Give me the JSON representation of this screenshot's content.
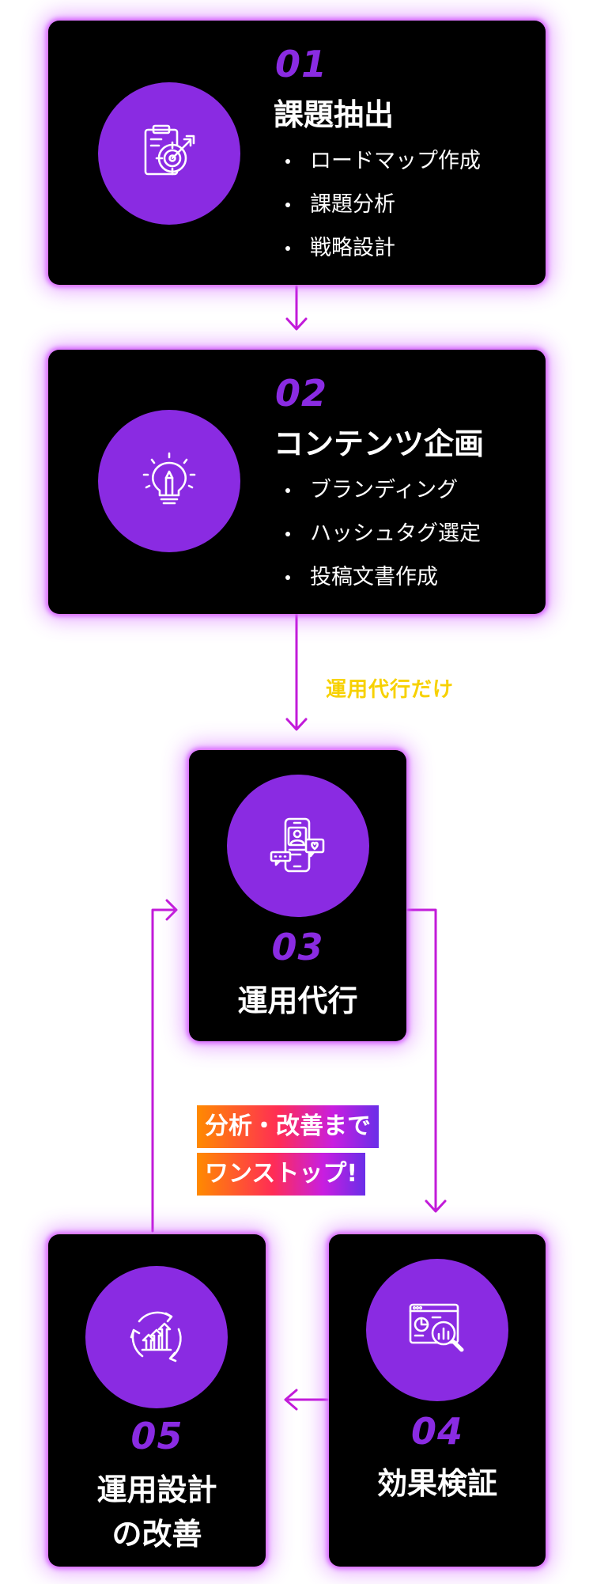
{
  "colors": {
    "card_bg": "#000000",
    "glow": "#d36bff",
    "accent_purple": "#8a2be2",
    "arrow": "#c21bd9",
    "note_yellow": "#f7d100"
  },
  "steps": [
    {
      "number": "01",
      "title": "課題抽出",
      "icon": "clipboard-target-icon",
      "items": [
        "ロードマップ作成",
        "課題分析",
        "戦略設計"
      ]
    },
    {
      "number": "02",
      "title": "コンテンツ企画",
      "icon": "lightbulb-pencil-icon",
      "items": [
        "ブランディング",
        "ハッシュタグ選定",
        "投稿文書作成"
      ]
    },
    {
      "number": "03",
      "title": "運用代行",
      "icon": "smartphone-social-icon"
    },
    {
      "number": "04",
      "title": "効果検証",
      "icon": "chart-magnifier-icon"
    },
    {
      "number": "05",
      "title_line1": "運用設計",
      "title_line2": "の改善",
      "icon": "growth-cycle-icon"
    }
  ],
  "note_operations_only": "運用代行だけ",
  "badge": {
    "line1": "分析・改善まで",
    "line2": "ワンストップ!"
  }
}
